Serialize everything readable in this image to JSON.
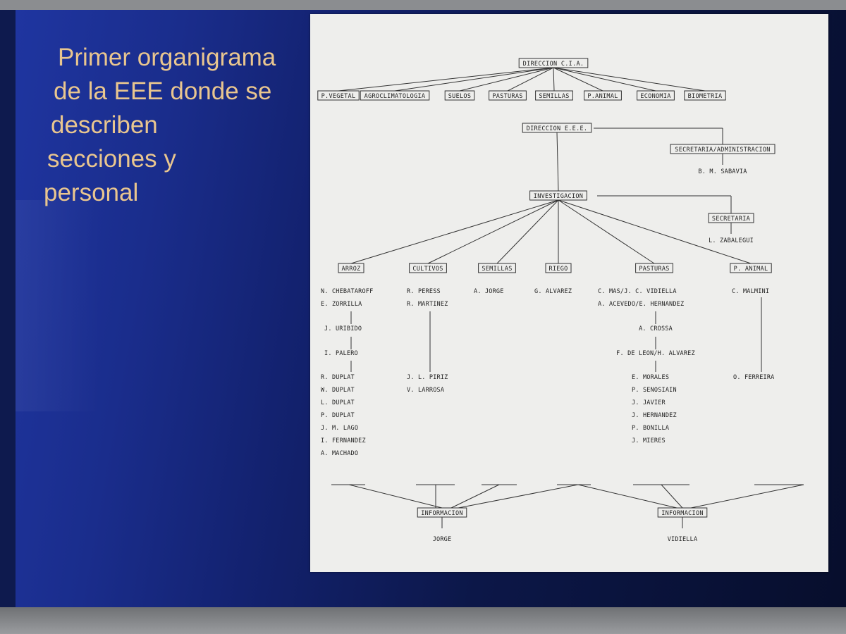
{
  "slide": {
    "title_lines": [
      "Primer organigrama",
      "de la EEE donde se",
      "describen",
      "secciones y",
      "personal"
    ]
  },
  "chart_data": {
    "type": "organigrama",
    "root": "DIRECCION C.I.A.",
    "root_units": [
      "P.VEGETAL",
      "AGROCLIMATOLOGIA",
      "SUELOS",
      "PASTURAS",
      "SEMILLAS",
      "P.ANIMAL",
      "ECONOMIA",
      "BIOMETRIA"
    ],
    "direccion": "DIRECCION E.E.E.",
    "secretaria_admin": "SECRETARIA/ADMINISTRACION",
    "secretaria_admin_person": "B. M. SABAVIA",
    "investigacion": "INVESTIGACION",
    "secretaria": "SECRETARIA",
    "secretaria_person": "L. ZABALEGUI",
    "sections": [
      {
        "name": "ARROZ",
        "people": [
          "N. CHEBATAROFF",
          "E. ZORRILLA",
          "J. URIBIDO",
          "I. PALERO",
          "R. DUPLAT",
          "W. DUPLAT",
          "L. DUPLAT",
          "P. DUPLAT",
          "J. M. LAGO",
          "I. FERNANDEZ",
          "A. MACHADO"
        ]
      },
      {
        "name": "CULTIVOS",
        "people": [
          "R. PERESS",
          "R. MARTINEZ",
          "J. L. PIRIZ",
          "V. LARROSA"
        ]
      },
      {
        "name": "SEMILLAS",
        "people": [
          "A. JORGE"
        ]
      },
      {
        "name": "RIEGO",
        "people": [
          "G. ALVAREZ"
        ]
      },
      {
        "name": "PASTURAS",
        "people": [
          "C. MAS/J. C. VIDIELLA",
          "A. ACEVEDO/E. HERNANDEZ",
          "A. CROSSA",
          "F. DE LEON/H. ALVAREZ",
          "E. MORALES",
          "P. SENOSIAIN",
          "J. JAVIER",
          "J. HERNANDEZ",
          "P. BONILLA",
          "J. MIERES"
        ]
      },
      {
        "name": "P. ANIMAL",
        "people": [
          "C. MALMINI",
          "O. FERREIRA"
        ]
      }
    ],
    "information_units": [
      {
        "name": "INFORMACION",
        "person": "JORGE"
      },
      {
        "name": "INFORMACION",
        "person": "VIDIELLA"
      }
    ]
  }
}
